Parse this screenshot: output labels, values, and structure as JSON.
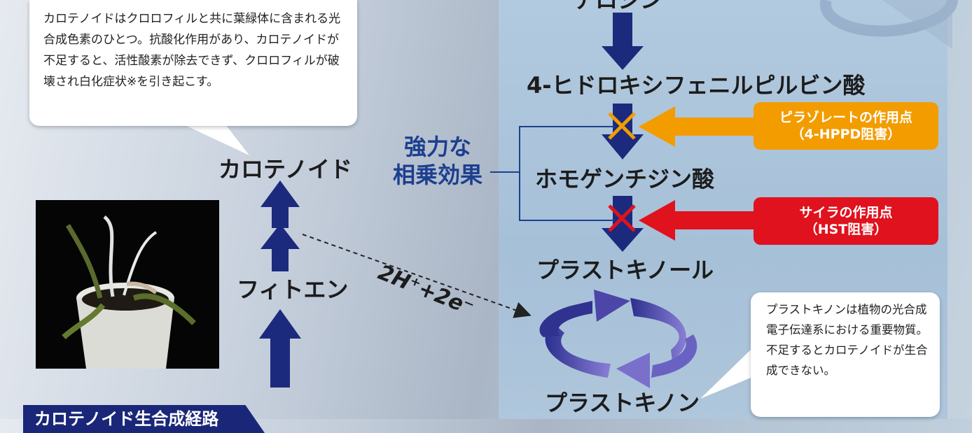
{
  "callouts": {
    "carotenoid_note": "カロテノイドはクロロフィルと共に葉緑体に含まれる光合成色素のひとつ。抗酸化作用があり、カロテノイドが不足すると、活性酸素が除去できず、クロロフィルが破壊され白化症状※を引き起こす。",
    "plastoquinone_note": "プラストキノンは植物の光合成電子伝達系における重要物質。不足するとカロテノイドが生合成できない。"
  },
  "left_pathway": {
    "carotenoid": "カロテノイド",
    "phytoene": "フィトエン",
    "title": "カロテノイド生合成経路"
  },
  "electron_label": "2H⁺+2e⁻",
  "right_pathway": {
    "top_cut": "チロシン",
    "hppa": "4-ヒドロキシフェニルピルビン酸",
    "homogentisic": "ホモゲンチジン酸",
    "plastoquinol": "プラストキノール",
    "plastoquinone": "プラストキノン"
  },
  "sites": {
    "pyrasulfotole": {
      "line1": "ピラゾレートの作用点",
      "line2": "（4-HPPD阻害）"
    },
    "saira": {
      "line1": "サイラの作用点",
      "line2": "（HST阻害）"
    }
  },
  "synergy": {
    "line1": "強力な",
    "line2": "相乗効果"
  },
  "colors": {
    "arrow_navy": "#1c2a7d",
    "orange": "#f29c00",
    "red": "#e0121e",
    "synergy_blue": "#1d3f8f",
    "cycle_purple": "#5a4fb0"
  }
}
